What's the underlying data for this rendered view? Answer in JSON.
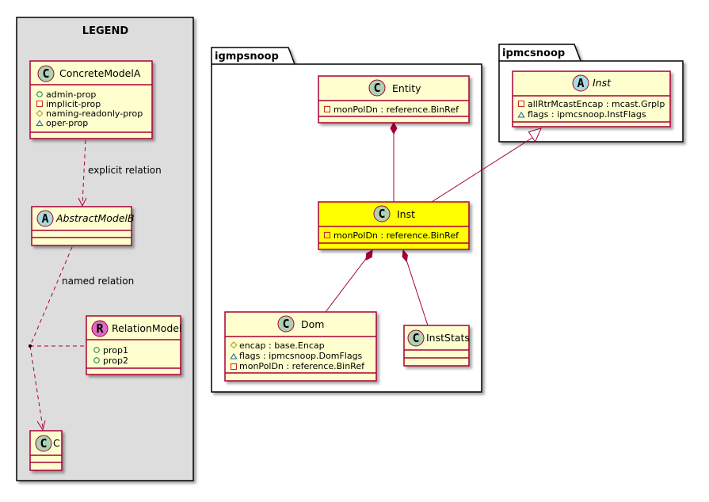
{
  "colors": {
    "class_fill": "#FEFECE",
    "class_border": "#A80036",
    "highlight_fill": "#FFFF00",
    "legend_bg": "#DDDDDD",
    "badge_class": "#ADD1B2",
    "badge_abstract": "#A9DCDF",
    "badge_relation": "#DB6CC6"
  },
  "legend": {
    "title": "LEGEND",
    "concrete": {
      "badge": "C",
      "name": "ConcreteModelA",
      "props": [
        "admin-prop",
        "implicit-prop",
        "naming-readonly-prop",
        "oper-prop"
      ]
    },
    "explicit_relation": "explicit relation",
    "abstract": {
      "badge": "A",
      "name": "AbstractModelB"
    },
    "named_relation": "named relation",
    "relation": {
      "badge": "R",
      "name": "RelationModel",
      "props": [
        "prop1",
        "prop2"
      ]
    },
    "c_class": {
      "badge": "C",
      "name": "C"
    }
  },
  "packages": {
    "igmpsnoop": {
      "name": "igmpsnoop",
      "entity": {
        "badge": "C",
        "name": "Entity",
        "attrs": [
          "monPolDn : reference.BinRef"
        ]
      },
      "inst": {
        "badge": "C",
        "name": "Inst",
        "attrs": [
          "monPolDn : reference.BinRef"
        ]
      },
      "dom": {
        "badge": "C",
        "name": "Dom",
        "attrs": [
          "encap : base.Encap",
          "flags : ipmcsnoop.DomFlags",
          "monPolDn : reference.BinRef"
        ]
      },
      "inststats": {
        "badge": "C",
        "name": "InstStats"
      }
    },
    "ipmcsnoop": {
      "name": "ipmcsnoop",
      "inst": {
        "badge": "A",
        "name": "Inst",
        "attrs": [
          "allRtrMcastEncap : mcast.GrpIp",
          "flags : ipmcsnoop.InstFlags"
        ]
      }
    }
  }
}
